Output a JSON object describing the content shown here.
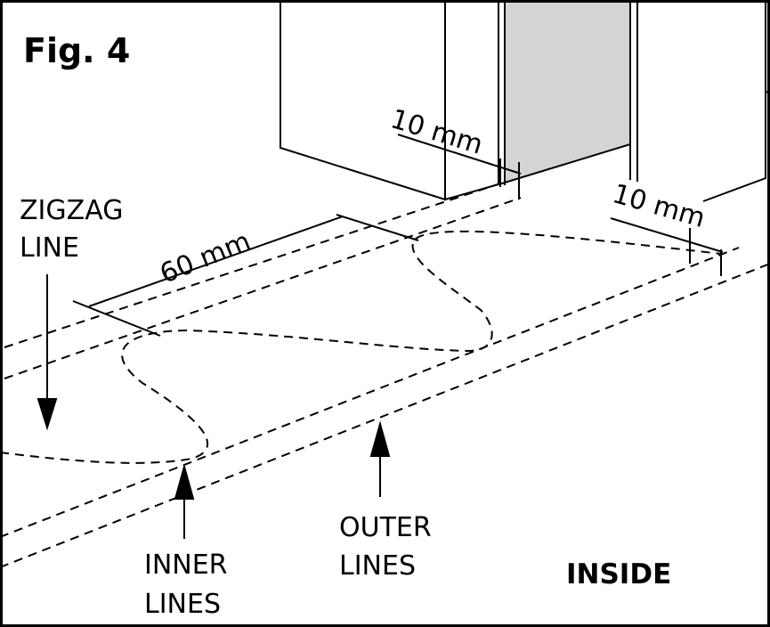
{
  "figure": {
    "title": "Fig. 4",
    "ink_color": "#000000",
    "background_color": "#ffffff",
    "shade_color": "#d4d4d4"
  },
  "labels": {
    "zigzag_line": [
      "ZIGZAG",
      "LINE"
    ],
    "inner_lines": [
      "INNER",
      "LINES"
    ],
    "outer_lines": [
      "OUTER",
      "LINES"
    ],
    "inside": "INSIDE"
  },
  "dimensions": {
    "gap_left": "10 mm",
    "gap_right": "10 mm",
    "spacing": "60 mm"
  }
}
